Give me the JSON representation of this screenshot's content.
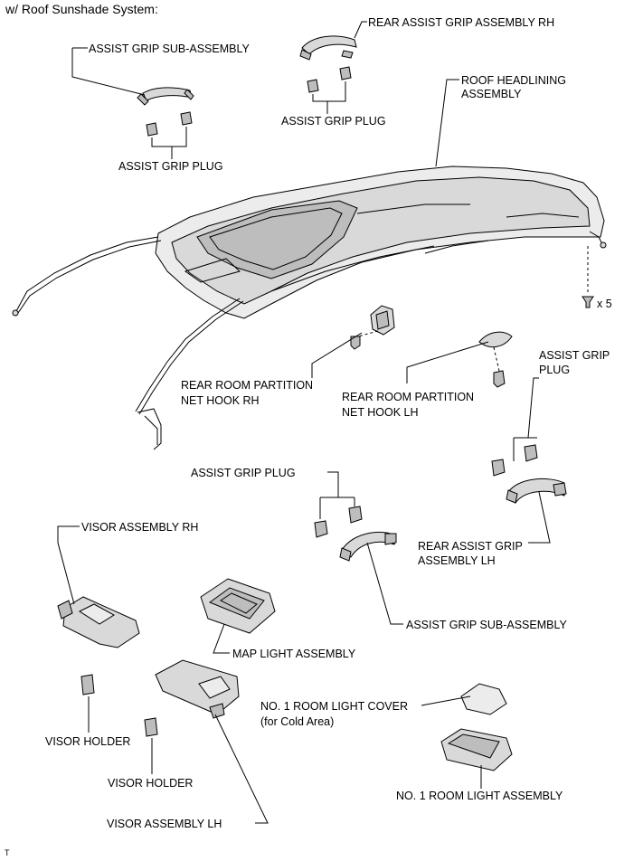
{
  "header": "w/ Roof Sunshade System:",
  "footer_code": "T",
  "labels": {
    "assist_grip_sub_top": "ASSIST GRIP SUB-ASSEMBLY",
    "assist_grip_plug_top_left": "ASSIST GRIP PLUG",
    "rear_assist_grip_rh": "REAR ASSIST GRIP ASSEMBLY RH",
    "assist_grip_plug_top_mid": "ASSIST GRIP PLUG",
    "roof_headlining_1": "ROOF HEADLINING",
    "roof_headlining_2": "ASSEMBLY",
    "clip_qty": "x 5",
    "net_hook_rh_1": "REAR ROOM PARTITION",
    "net_hook_rh_2": "NET HOOK RH",
    "net_hook_lh_1": "REAR ROOM PARTITION",
    "net_hook_lh_2": "NET HOOK LH",
    "assist_grip_plug_right_1": "ASSIST GRIP",
    "assist_grip_plug_right_2": "PLUG",
    "assist_grip_plug_mid": "ASSIST GRIP PLUG",
    "rear_assist_grip_lh_1": "REAR ASSIST GRIP",
    "rear_assist_grip_lh_2": "ASSEMBLY LH",
    "visor_rh": "VISOR ASSEMBLY RH",
    "map_light": "MAP LIGHT ASSEMBLY",
    "assist_grip_sub_bottom": "ASSIST GRIP SUB-ASSEMBLY",
    "room_light_cover_1": "NO. 1 ROOM LIGHT COVER",
    "room_light_cover_2": "(for Cold Area)",
    "visor_holder_1": "VISOR HOLDER",
    "visor_holder_2": "VISOR HOLDER",
    "room_light": "NO. 1 ROOM LIGHT ASSEMBLY",
    "visor_lh": "VISOR ASSEMBLY LH"
  }
}
